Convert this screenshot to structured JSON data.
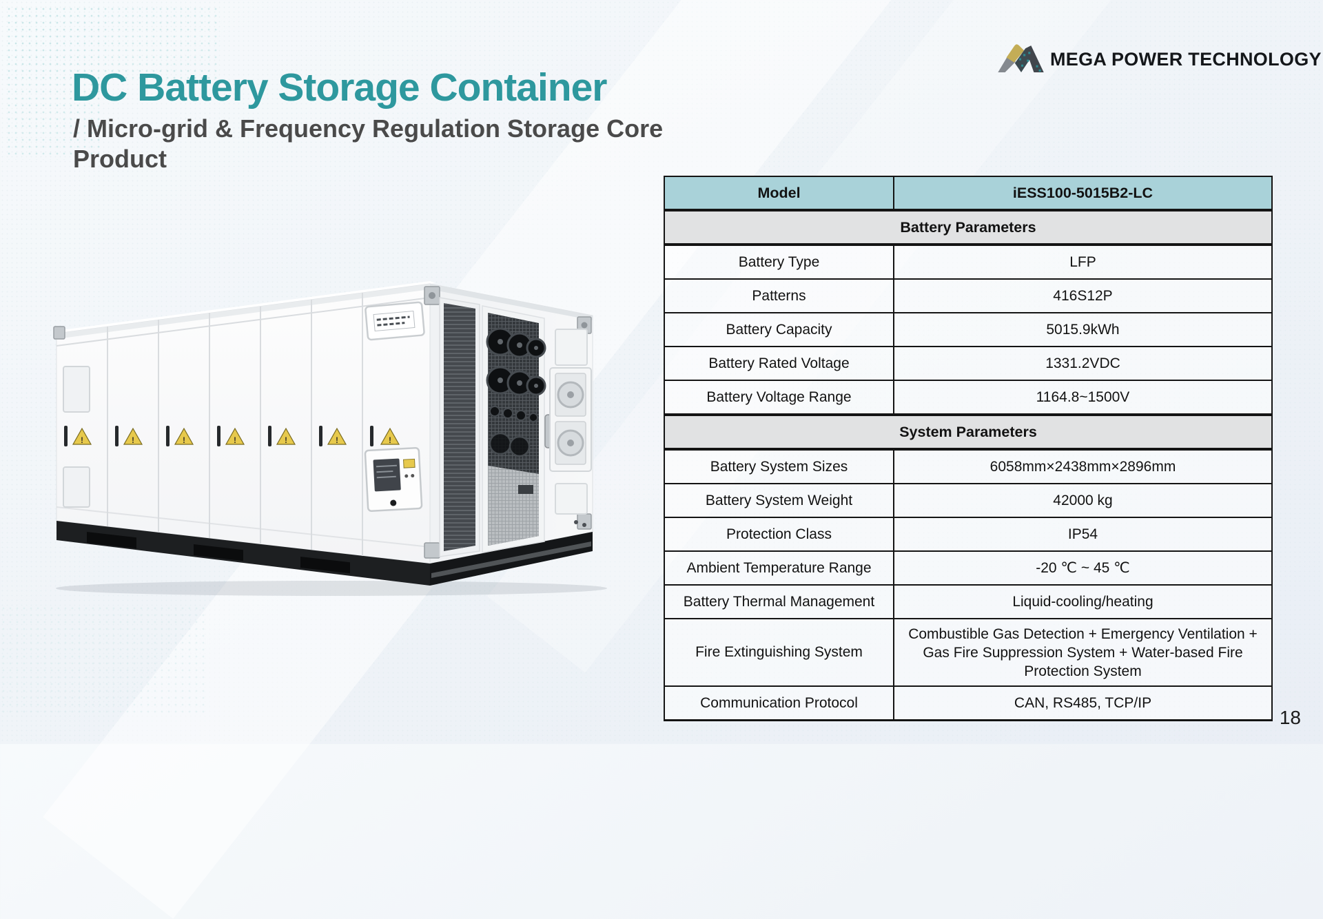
{
  "slide": {
    "title": "DC Battery Storage Container",
    "subtitle_line1": "/ Micro-grid & Frequency Regulation Storage Core",
    "subtitle_line2": "Product",
    "page_number": "18"
  },
  "logo": {
    "company_name": "MEGA POWER TECHNOLOGY",
    "icon": "mountain-m-logo",
    "colors": {
      "gold": "#C3AD56",
      "gray": "#84898F",
      "dark": "#41464C",
      "teal": "#2E8C92"
    }
  },
  "colors": {
    "title_teal": "#2E989E",
    "subtitle_gray": "#4A4A4A",
    "table_header_bg": "#A9D2D9",
    "table_section_bg": "#E1E2E3",
    "table_border": "#141414",
    "warning_yellow": "#E7C94C",
    "background": "#EFF3F8"
  },
  "product_image": {
    "alt": "White DC battery energy storage container with ventilation grilles, cooling fans, yellow warning labels, control panel and black base frame",
    "warning_triangle_count": 7
  },
  "spec_table": {
    "rows": [
      {
        "type": "header",
        "label": "Model",
        "value": "iESS100-5015B2-LC"
      },
      {
        "type": "section",
        "label": "Battery Parameters",
        "value": ""
      },
      {
        "type": "data",
        "label": "Battery Type",
        "value": "LFP"
      },
      {
        "type": "data",
        "label": "Patterns",
        "value": "416S12P"
      },
      {
        "type": "data",
        "label": "Battery Capacity",
        "value": "5015.9kWh"
      },
      {
        "type": "data",
        "label": "Battery Rated Voltage",
        "value": "1331.2VDC"
      },
      {
        "type": "data",
        "label": "Battery Voltage Range",
        "value": "1164.8~1500V"
      },
      {
        "type": "section",
        "label": "System Parameters",
        "value": ""
      },
      {
        "type": "data",
        "label": "Battery System Sizes",
        "value": "6058mm×2438mm×2896mm"
      },
      {
        "type": "data",
        "label": "Battery System Weight",
        "value": "42000 kg"
      },
      {
        "type": "data",
        "label": "Protection Class",
        "value": "IP54"
      },
      {
        "type": "data",
        "label": "Ambient Temperature Range",
        "value": "-20 ℃ ~ 45 ℃"
      },
      {
        "type": "data",
        "label": "Battery Thermal Management",
        "value": "Liquid-cooling/heating"
      },
      {
        "type": "data",
        "label": "Fire Extinguishing System",
        "value": "Combustible Gas Detection + Emergency Ventilation + Gas Fire Suppression System + Water-based Fire Protection System"
      },
      {
        "type": "data",
        "label": "Communication Protocol",
        "value": "CAN, RS485, TCP/IP"
      }
    ]
  }
}
